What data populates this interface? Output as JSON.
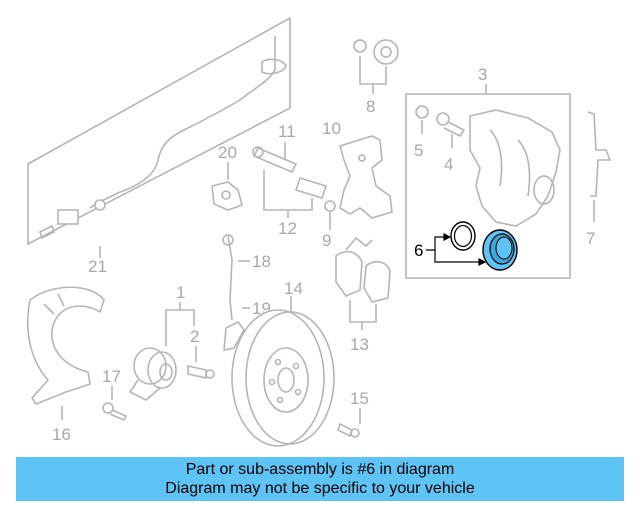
{
  "diagram": {
    "callouts": {
      "c1": "1",
      "c2": "2",
      "c3": "3",
      "c4": "4",
      "c5": "5",
      "c6": "6",
      "c7": "7",
      "c8": "8",
      "c9": "9",
      "c10": "10",
      "c11": "11",
      "c12": "12",
      "c13": "13",
      "c14": "14",
      "c15": "15",
      "c16": "16",
      "c17": "17",
      "c18": "18",
      "c19": "19",
      "c20": "20",
      "c21": "21"
    },
    "highlighted_part": "6",
    "highlight_color": "#5ec4f5"
  },
  "banner": {
    "line1": "Part or sub-assembly is #6 in diagram",
    "line2": "Diagram may not be specific to your vehicle",
    "color": "#5ec4f5"
  }
}
